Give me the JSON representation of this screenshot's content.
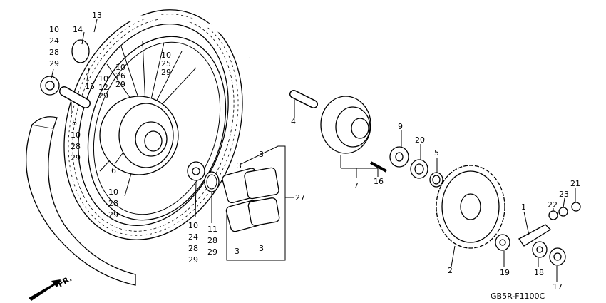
{
  "diagram": {
    "code": "GB5R-F1100C",
    "front_marker": "FR.",
    "callouts": [
      {
        "id": "c13",
        "text": "13"
      },
      {
        "id": "c14",
        "text": "14"
      },
      {
        "id": "c10a",
        "text": "10"
      },
      {
        "id": "c24a",
        "text": "24"
      },
      {
        "id": "c28a",
        "text": "28"
      },
      {
        "id": "c29a",
        "text": "29"
      },
      {
        "id": "c15",
        "text": "15"
      },
      {
        "id": "c10b",
        "text": "10"
      },
      {
        "id": "c12",
        "text": "12"
      },
      {
        "id": "c29b",
        "text": "29"
      },
      {
        "id": "c10c",
        "text": "10"
      },
      {
        "id": "c26",
        "text": "26"
      },
      {
        "id": "c29c",
        "text": "29"
      },
      {
        "id": "c10d",
        "text": "10"
      },
      {
        "id": "c25",
        "text": "25"
      },
      {
        "id": "c29d",
        "text": "29"
      },
      {
        "id": "c8",
        "text": "8"
      },
      {
        "id": "c10e",
        "text": "10"
      },
      {
        "id": "c28b",
        "text": "28"
      },
      {
        "id": "c29e",
        "text": "29"
      },
      {
        "id": "c6",
        "text": "6"
      },
      {
        "id": "c10f",
        "text": "10"
      },
      {
        "id": "c28c",
        "text": "28"
      },
      {
        "id": "c29f",
        "text": "29"
      },
      {
        "id": "c10g",
        "text": "10"
      },
      {
        "id": "c24b",
        "text": "24"
      },
      {
        "id": "c28d",
        "text": "28"
      },
      {
        "id": "c29g",
        "text": "29"
      },
      {
        "id": "c11",
        "text": "11"
      },
      {
        "id": "c28e",
        "text": "28"
      },
      {
        "id": "c29h",
        "text": "29"
      },
      {
        "id": "c3a",
        "text": "3"
      },
      {
        "id": "c3b",
        "text": "3"
      },
      {
        "id": "c3c",
        "text": "3"
      },
      {
        "id": "c3d",
        "text": "3"
      },
      {
        "id": "c27",
        "text": "27"
      },
      {
        "id": "c4",
        "text": "4"
      },
      {
        "id": "c7",
        "text": "7"
      },
      {
        "id": "c16",
        "text": "16"
      },
      {
        "id": "c9",
        "text": "9"
      },
      {
        "id": "c20",
        "text": "20"
      },
      {
        "id": "c5",
        "text": "5"
      },
      {
        "id": "c2",
        "text": "2"
      },
      {
        "id": "c1",
        "text": "1"
      },
      {
        "id": "c19",
        "text": "19"
      },
      {
        "id": "c18",
        "text": "18"
      },
      {
        "id": "c17",
        "text": "17"
      },
      {
        "id": "c21",
        "text": "21"
      },
      {
        "id": "c23",
        "text": "23"
      },
      {
        "id": "c22",
        "text": "22"
      }
    ]
  }
}
